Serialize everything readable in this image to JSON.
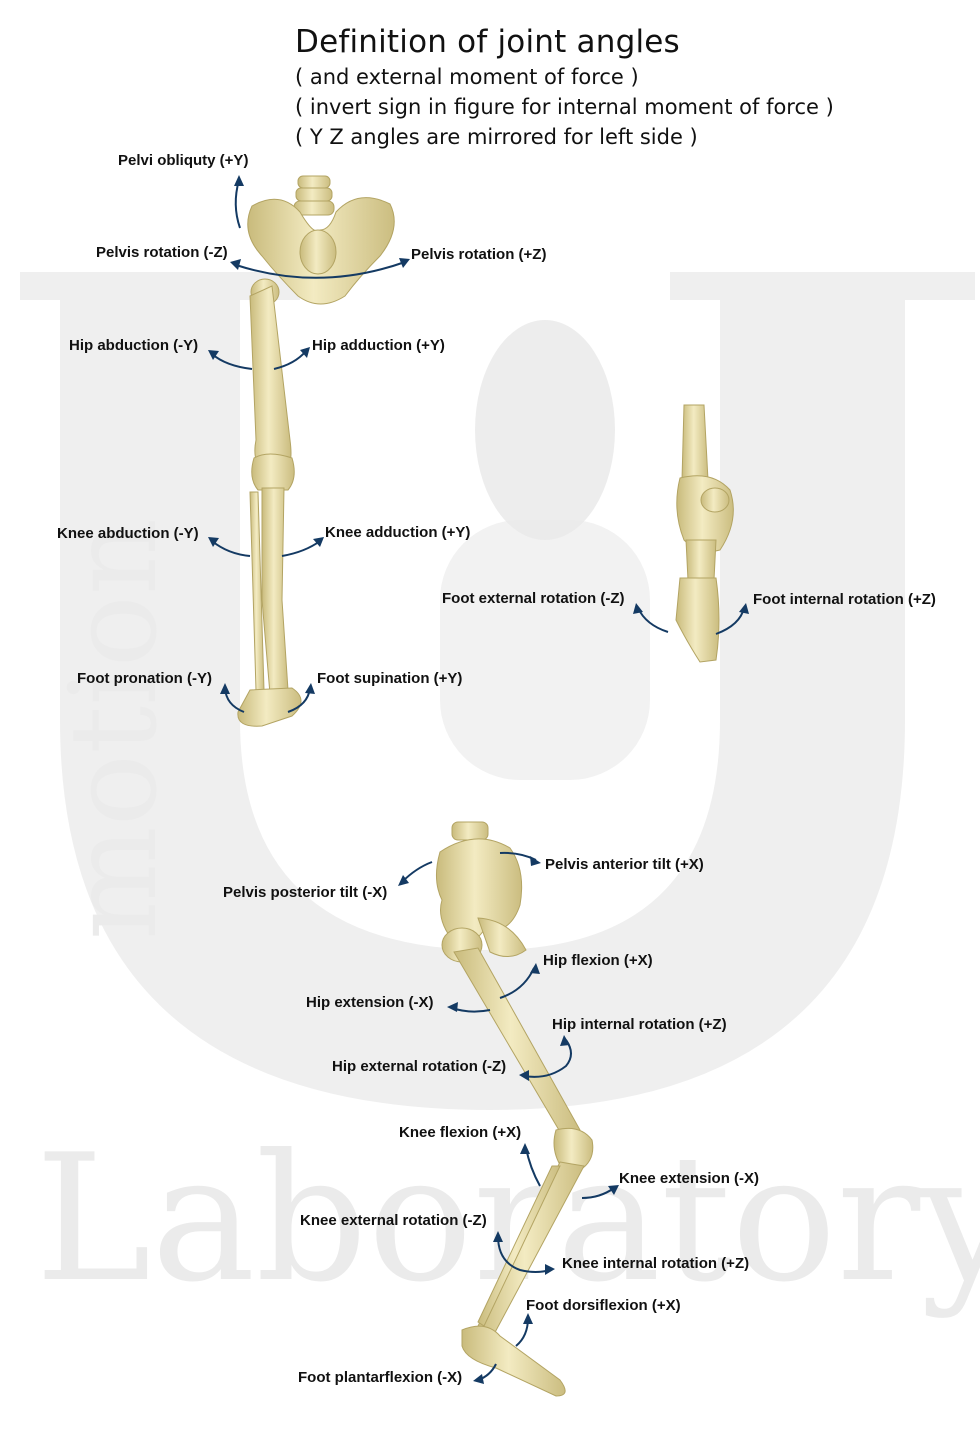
{
  "title": {
    "heading": "Definition of joint angles",
    "line1": "( and external moment of force )",
    "line2": "( invert sign in figure for internal moment of force )",
    "line3": "( Y Z angles are mirrored for left side )"
  },
  "watermark": {
    "word_left": "motion",
    "word_bottom": "Laboratory",
    "logo_letter": "U"
  },
  "colors": {
    "arrow": "#143a63",
    "bone": "#eee3ad",
    "bone_shade": "#c9bb7c",
    "watermark": "#ebebeb",
    "text": "#111111"
  },
  "front_view": {
    "labels": {
      "pelvi_obliquity": "Pelvi obliquty (+Y)",
      "pelvis_rotation_neg": "Pelvis rotation (-Z)",
      "pelvis_rotation_pos": "Pelvis rotation (+Z)",
      "hip_abduction": "Hip abduction (-Y)",
      "hip_adduction": "Hip adduction (+Y)",
      "knee_abduction": "Knee abduction (-Y)",
      "knee_adduction": "Knee adduction (+Y)",
      "foot_pronation": "Foot pronation (-Y)",
      "foot_supination": "Foot supination (+Y)"
    }
  },
  "top_view": {
    "labels": {
      "foot_external_rotation": "Foot external rotation (-Z)",
      "foot_internal_rotation": "Foot internal rotation (+Z)"
    }
  },
  "side_view": {
    "labels": {
      "pelvis_anterior_tilt": "Pelvis anterior tilt (+X)",
      "pelvis_posterior_tilt": "Pelvis posterior tilt (-X)",
      "hip_flexion": "Hip flexion (+X)",
      "hip_extension": "Hip extension (-X)",
      "hip_internal_rotation": "Hip internal rotation (+Z)",
      "hip_external_rotation": "Hip external rotation (-Z)",
      "knee_flexion": "Knee flexion (+X)",
      "knee_extension": "Knee extension (-X)",
      "knee_external_rotation": "Knee external rotation (-Z)",
      "knee_internal_rotation": "Knee internal rotation (+Z)",
      "foot_dorsiflexion": "Foot dorsiflexion (+X)",
      "foot_plantarflexion": "Foot plantarflexion (-X)"
    }
  }
}
